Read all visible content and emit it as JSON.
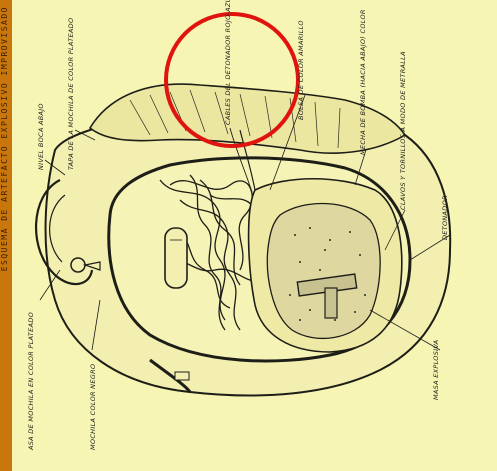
{
  "colors": {
    "background": "#f6f5b4",
    "ink": "#1e1e18",
    "highlight_circle": "#e0140e",
    "left_strip": "#c9770d"
  },
  "left_strip_text": "ESQUEMA DE ARTEFACTO EXPLOSIVO IMPROVISADO",
  "labels": {
    "mochila": "MOCHILA COLOR NEGRO",
    "asa": "ASA DE MOCHILA EN COLOR PLATEADO",
    "nivel": "NIVEL BOCA ABAJO",
    "tapa": "TAPA DE LA MOCHILA DE COLOR PLATEADO",
    "cables_detonador": "CABLES DEL DETONADOR ROJO-AZUL",
    "bolsa": "BOLSA DE COLOR AMARILLO",
    "mecha": "MECHA DE BOMBA (HACIA ABAJO) COLOR",
    "clavos": "CLAVOS Y TORNILLOS A MODO DE METRALLA",
    "detonador": "DETONADOR",
    "masa": "MASA EXPLOSIVA"
  }
}
